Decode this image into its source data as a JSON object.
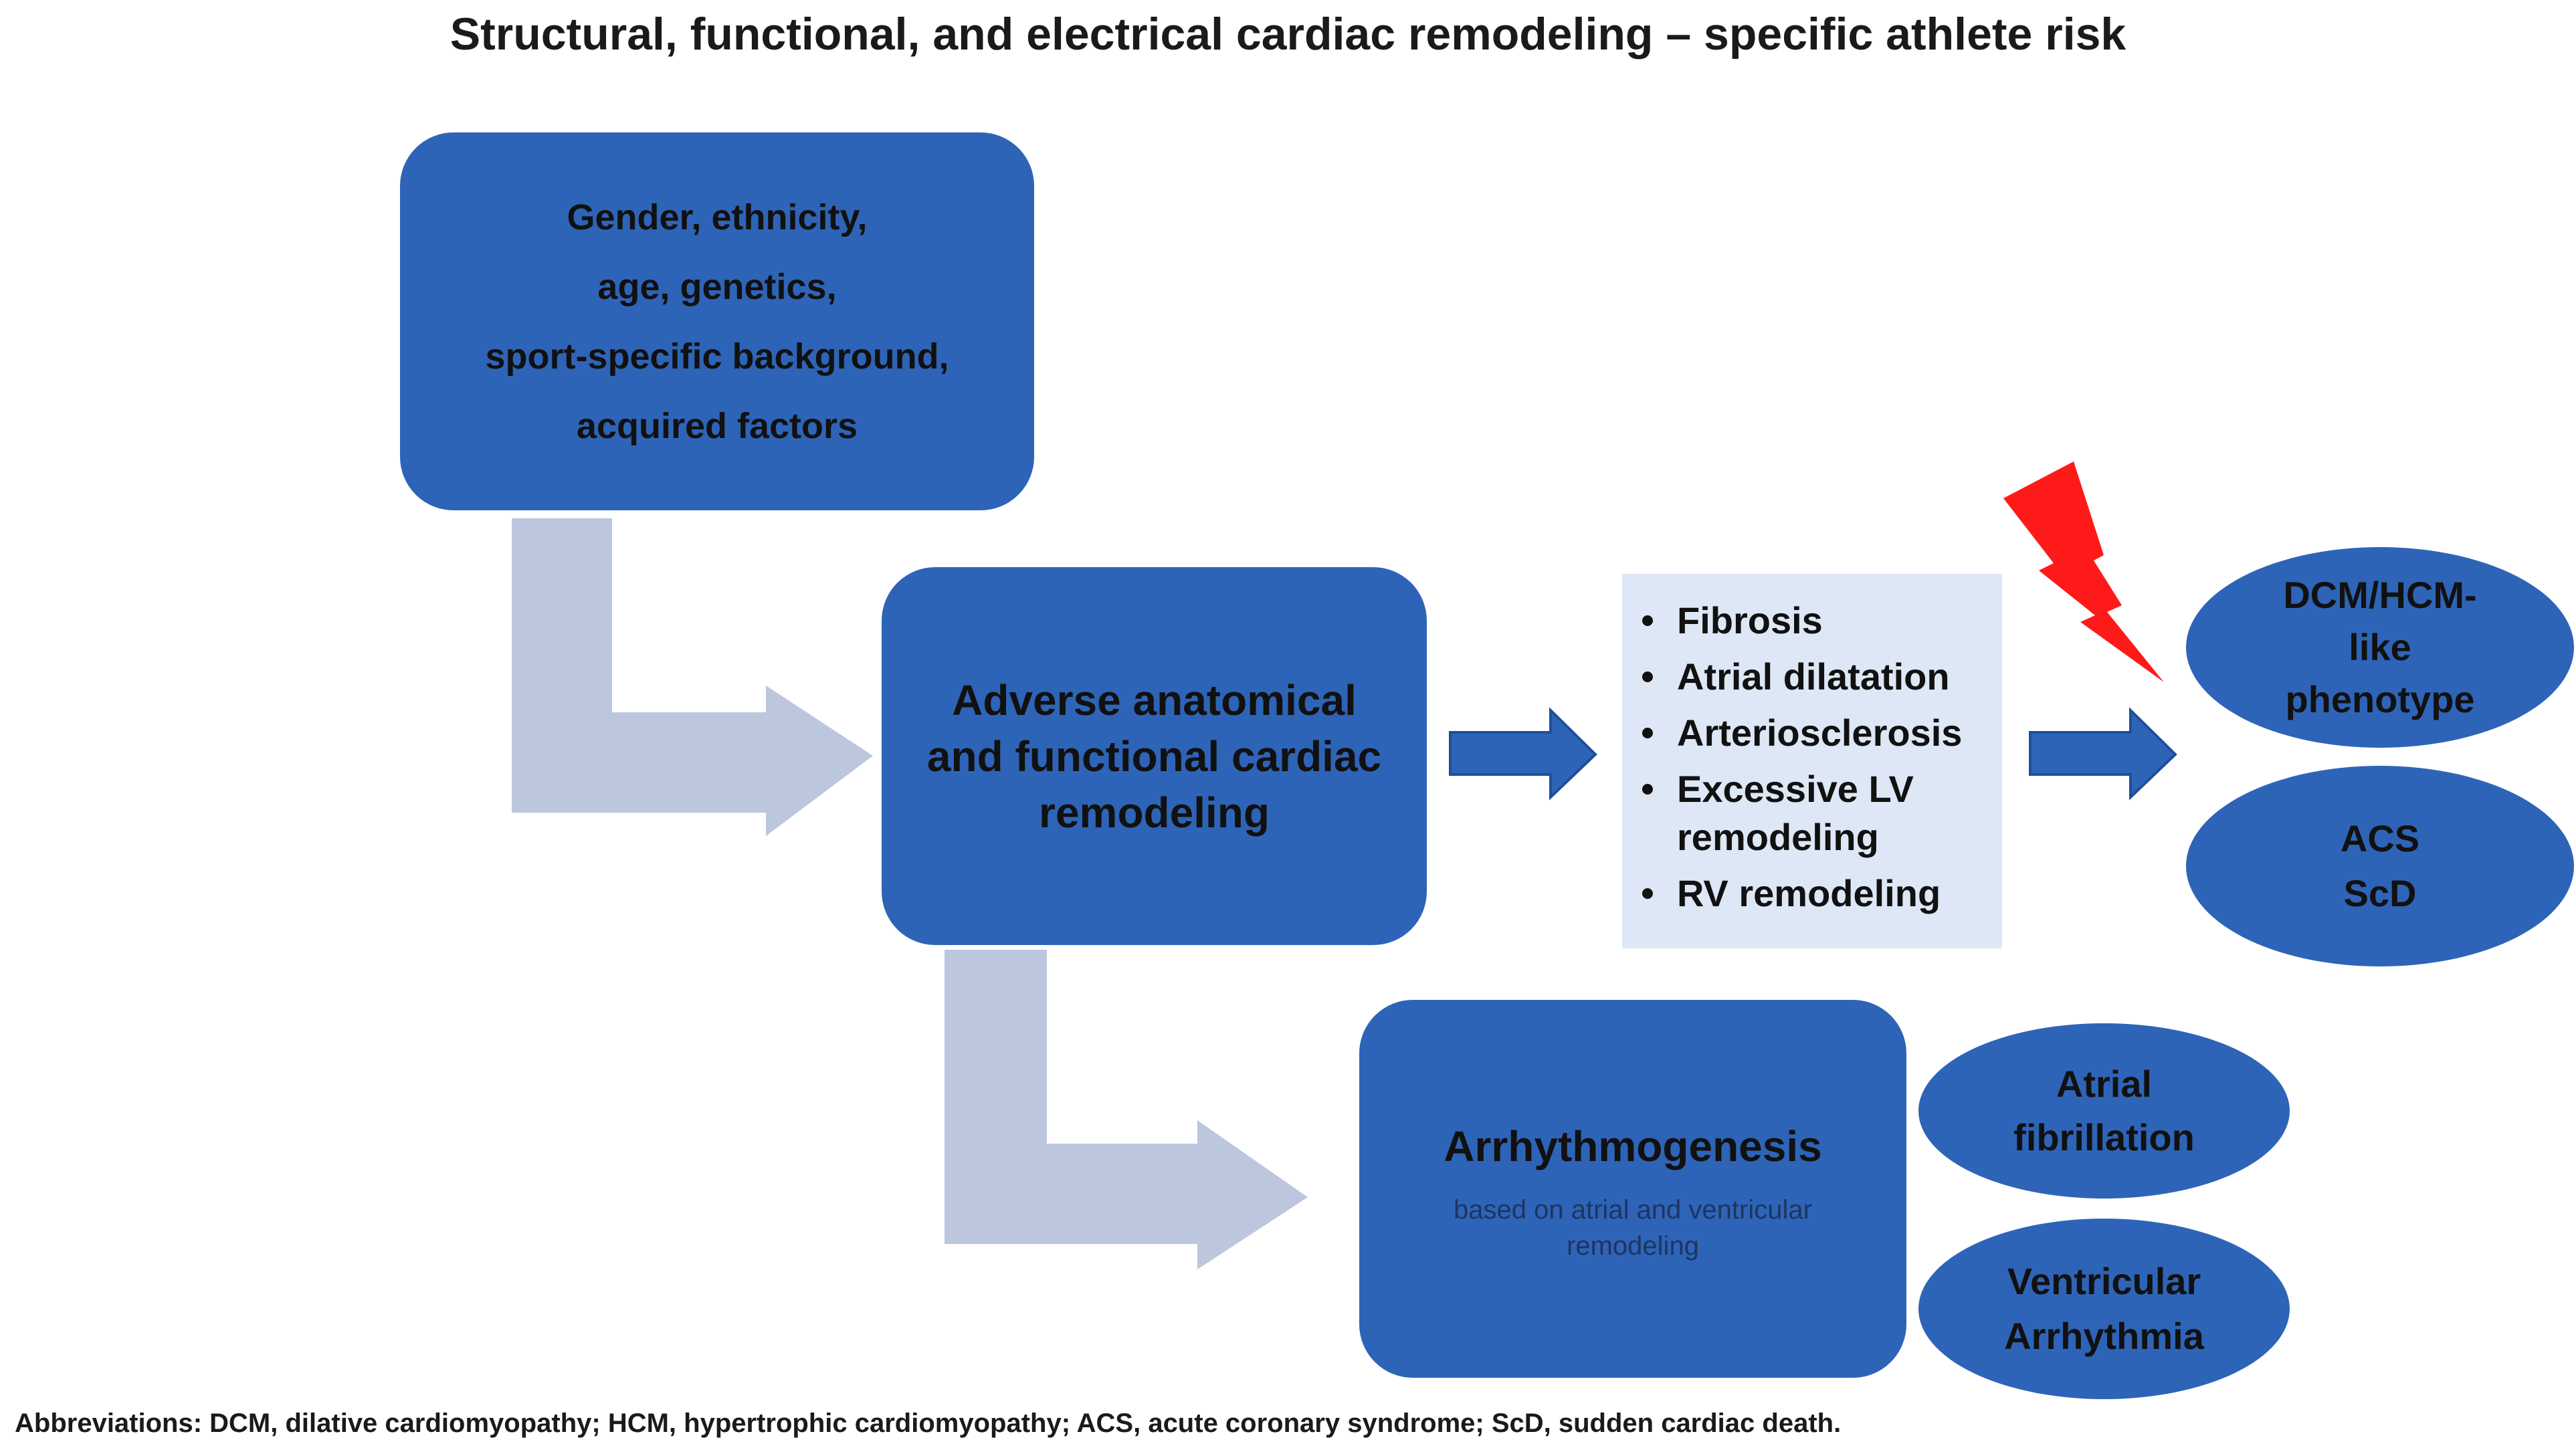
{
  "title": "Structural, functional, and electrical cardiac remodeling – specific athlete risk",
  "colors": {
    "box_fill": "#2e64b7",
    "light_box_fill": "#dde7f5",
    "light_arrow": "#bcc7de",
    "dark_arrow": "#2e64b7",
    "lightning": "#ff1a1a"
  },
  "nodes": {
    "factors": {
      "lines": [
        "Gender, ethnicity,",
        "age, genetics,",
        "sport-specific background,",
        "acquired factors"
      ]
    },
    "remodeling": {
      "lines": [
        "Adverse anatomical",
        "and functional cardiac",
        "remodeling"
      ]
    },
    "findings": {
      "items": [
        "Fibrosis",
        "Atrial dilatation",
        "Arteriosclerosis",
        "Excessive LV remodeling",
        "RV remodeling"
      ]
    },
    "phenotype": {
      "lines": [
        "DCM/HCM-",
        "like",
        "phenotype"
      ]
    },
    "acs": {
      "lines": [
        "ACS",
        "ScD"
      ]
    },
    "arrhythmogenesis": {
      "title": "Arrhythmogenesis",
      "subtitle_lines": [
        "based on atrial and ventricular",
        "remodeling"
      ]
    },
    "af": {
      "lines": [
        "Atrial",
        "fibrillation"
      ]
    },
    "va": {
      "lines": [
        "Ventricular",
        "Arrhythmia"
      ]
    }
  },
  "icons": {
    "lightning": "lightning-bolt-icon"
  },
  "abbreviations": "Abbreviations: DCM, dilative cardiomyopathy; HCM, hypertrophic cardiomyopathy; ACS, acute coronary syndrome; ScD, sudden cardiac death."
}
